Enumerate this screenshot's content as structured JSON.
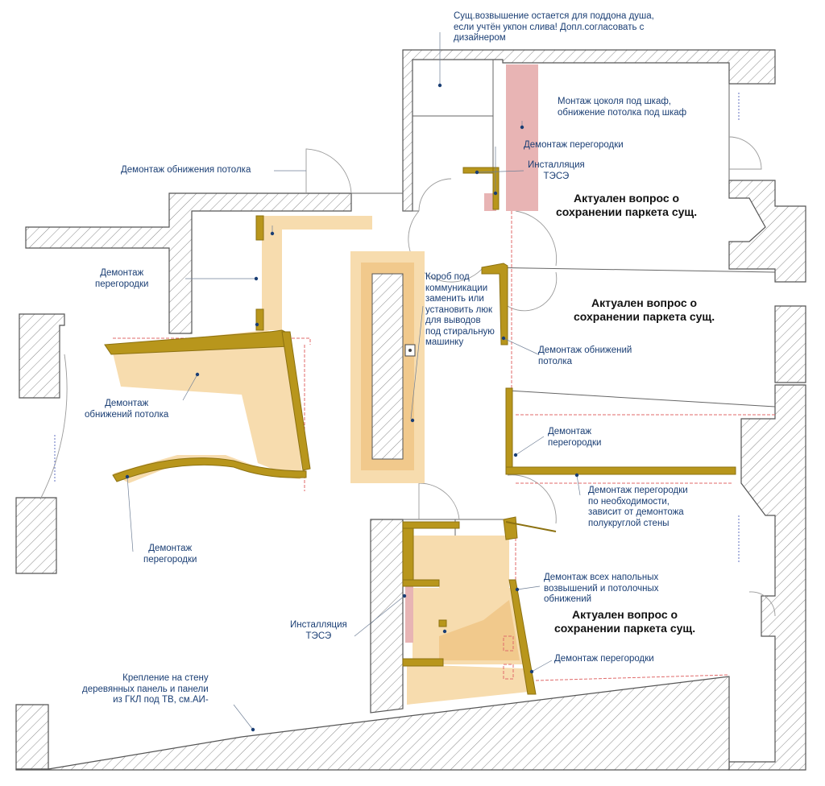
{
  "notes": {
    "shower_riser": "Сущ.возвышение остается для поддона душа,\nесли учтён укпон слива! Допл.согласовать с\nдизайнером",
    "plinth_cabinet": "Монтаж цоколя под шкаф,\nобнижение потолка под шкаф",
    "partition_demolition_top": "Демонтаж перегородки",
    "tese_install_top": "Инсталляция\nТЭСЭ",
    "ceiling_lowering_demolition": "Демонтаж обнижения потолка",
    "partition_demolition_left": "Демонтаж\nперегородки",
    "duct_box": "Короб под\nкоммуникации\nзаменить или\nустановить люк\nдля выводов\nпод стиральную\nмашинку",
    "ceiling_lowerings_left": "Демонтаж\nобнижений потолка",
    "ceiling_lowerings_right": "Демонтаж обнижений\nпотолка",
    "partition_demolition_right": "Демонтаж\nперегородки",
    "partition_if_needed": "Демонтаж перегородки\nпо необходимости,\nзависит от демонтожа\nполукруглой стены",
    "partition_demolition_curve": "Демонтаж\nперегородки",
    "floor_risers_all": "Демонтаж всех напольных\nвозвышений и потолочных\nобнижений",
    "tese_install_bottom": "Инсталляция\nТЭСЭ",
    "partition_demolition_bottom": "Демонтаж перегородки",
    "wall_panels": "Крепление на стену\nдеревянных панель и панели\nиз ГКЛ под ТВ, см.АИ-"
  },
  "parquet_question": "Актуален вопрос о\nсохранении паркета сущ."
}
